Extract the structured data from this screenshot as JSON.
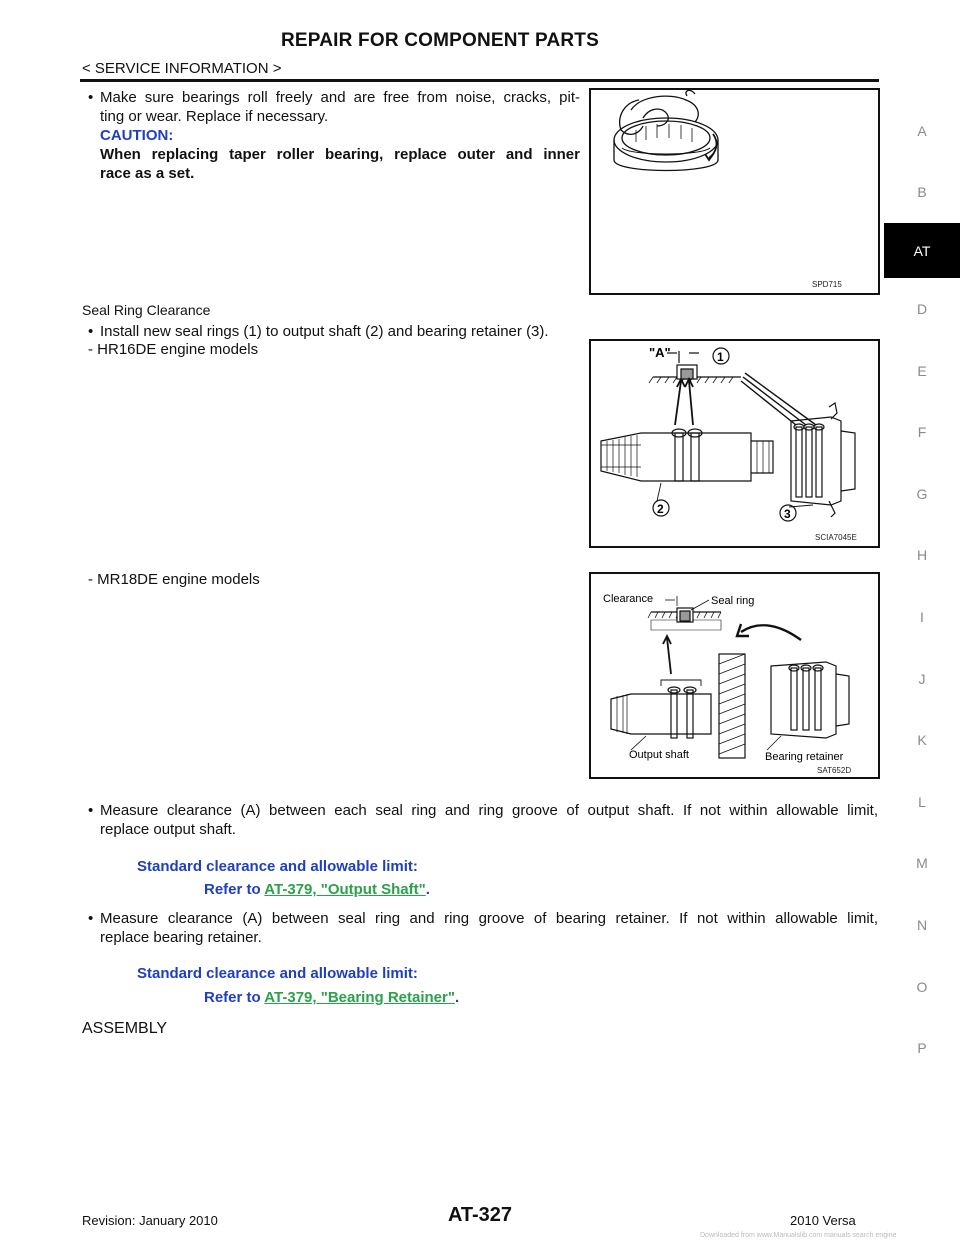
{
  "header": {
    "title": "REPAIR FOR COMPONENT PARTS",
    "section": "< SERVICE INFORMATION >"
  },
  "tabs": [
    "A",
    "B",
    "AT",
    "D",
    "E",
    "F",
    "G",
    "H",
    "I",
    "J",
    "K",
    "L",
    "M",
    "N",
    "O",
    "P"
  ],
  "active_tab": "AT",
  "bearing": {
    "bullet": "Make sure bearings roll freely and are free from noise, cracks, pit-",
    "bullet_cont": "ting or wear. Replace if necessary.",
    "caution_heading": "CAUTION:",
    "caution_line1": "When replacing taper roller bearing, replace outer and inner",
    "caution_line2": "race as a set.",
    "figure_code": "SPD715"
  },
  "seal": {
    "heading": "Seal Ring Clearance",
    "bullet": "Install new seal rings (1) to output shaft (2) and bearing retainer (3).",
    "hr_label": "-  HR16DE engine models",
    "hr_figure_code": "SCIA7045E",
    "hr_callouts": {
      "a": "\"A\"",
      "n1": "1",
      "n2": "2",
      "n3": "3"
    },
    "mr_label": "-  MR18DE engine models",
    "mr_figure_code": "SAT652D",
    "mr_callouts": {
      "clearance": "Clearance",
      "seal_ring": "Seal ring",
      "output_shaft": "Output shaft",
      "bearing_retainer": "Bearing retainer"
    }
  },
  "measure1": {
    "bullet_line1": "Measure clearance (A) between each seal ring and ring groove of output shaft. If not within allowable limit,",
    "bullet_line2": "replace output shaft.",
    "std_label": "Standard clearance and allowable limit:",
    "refer_prefix": "Refer to ",
    "link_text": "AT-379, \"Output Shaft\"",
    "suffix": "."
  },
  "measure2": {
    "bullet_line1": "Measure clearance (A) between seal ring and ring groove of bearing retainer. If not within allowable limit,",
    "bullet_line2": "replace bearing retainer.",
    "std_label": "Standard clearance and allowable limit:",
    "refer_prefix": "Refer to ",
    "link_text": "AT-379, \"Bearing Retainer\"",
    "suffix": "."
  },
  "assembly_heading": "ASSEMBLY",
  "footer": {
    "revision": "Revision: January 2010",
    "page": "AT-327",
    "model": "2010 Versa",
    "watermark": "Downloaded from www.Manualslib.com manuals search engine"
  },
  "colors": {
    "caution": "#1f3fbf",
    "link": "#2aa24a",
    "tab_active": "#000000"
  }
}
